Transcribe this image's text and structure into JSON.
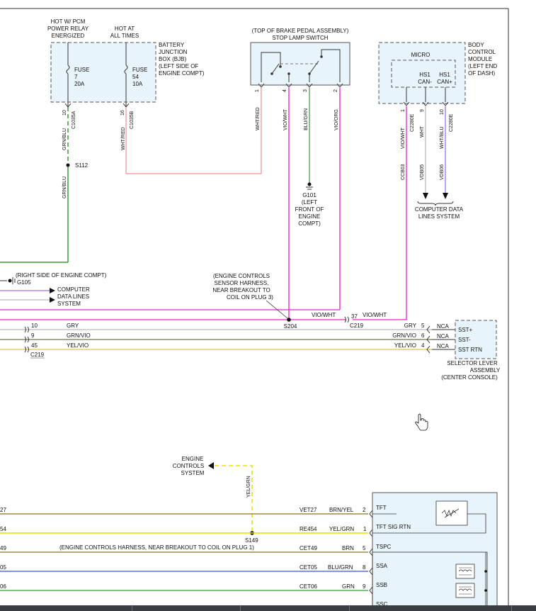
{
  "bjb": {
    "hot1": [
      "HOT W/ PCM",
      "POWER RELAY",
      "ENERGIZED"
    ],
    "hot2": [
      "HOT AT",
      "ALL TIMES"
    ],
    "title": [
      "BATTERY",
      "JUNCTION",
      "BOX (BJB)",
      "(LEFT SIDE OF",
      "ENGINE COMPT)"
    ],
    "fuse1": [
      "FUSE",
      "7",
      "20A"
    ],
    "fuse2": [
      "FUSE",
      "54",
      "10A"
    ],
    "pin1": "10",
    "conn1": "C1035A",
    "pin2": "16",
    "conn2": "C1035B"
  },
  "stop_lamp": {
    "title": [
      "(TOP OF BRAKE PEDAL ASSEMBLY)",
      "STOP LAMP SWITCH"
    ],
    "pins": [
      "1",
      "4",
      "3",
      "2"
    ],
    "wires": [
      "WHT/RED",
      "VIO/WHT",
      "BLU/GRN",
      "VIO/ORG"
    ]
  },
  "bcm": {
    "micro": "MICRO",
    "can_minus": [
      "HS1",
      "CAN-"
    ],
    "can_plus": [
      "HS1",
      "CAN+"
    ],
    "title": [
      "BODY",
      "CONTROL",
      "MODULE",
      "(LEFT END",
      "OF DASH)"
    ],
    "pins": [
      "1",
      "9",
      "10"
    ],
    "connector": "C2280E",
    "wires": [
      "VIO/WHT",
      "WHT",
      "WHT/BLU"
    ],
    "circuits": [
      "CCB03",
      "VDB05",
      "VDB06"
    ]
  },
  "ground_g101": [
    "G101",
    "(LEFT",
    "FRONT OF",
    "ENGINE",
    "COMPT)"
  ],
  "computer_data_1": [
    "COMPUTER DATA",
    "LINES SYSTEM"
  ],
  "splice_s112": "S112",
  "wire_grn_blu": "GRN/BLU",
  "wire_wht_red": "WHT/RED",
  "ground_g105": [
    "(RIGHT SIDE OF ENGINE COMPT)",
    "G105"
  ],
  "computer_data_2": [
    "COMPUTER",
    "DATA LINES",
    "SYSTEM"
  ],
  "s204": {
    "note": [
      "(ENGINE CONTROLS",
      "SENSOR HARNESS,",
      "NEAR BREAKOUT TO",
      "COIL ON PLUG 3)"
    ],
    "label": "S204"
  },
  "c219": {
    "wire_left": "VIO/WHT",
    "pin": "37",
    "conn": "C219",
    "wire_right": "VIO/WHT",
    "rows": [
      {
        "pin": "10",
        "wire": "GRY"
      },
      {
        "pin": "9",
        "wire": "GRN/VIO"
      },
      {
        "pin": "45",
        "wire": "YEL/VIO"
      }
    ],
    "conn_label": "C219"
  },
  "selector": {
    "rows": [
      {
        "wire": "GRY",
        "pin": "5",
        "nca": "NCA"
      },
      {
        "wire": "GRN/VIO",
        "pin": "6",
        "nca": "NCA"
      },
      {
        "wire": "YEL/VIO",
        "pin": "4",
        "nca": "NCA"
      }
    ],
    "labels": [
      "SST+",
      "SST-",
      "SST RTN"
    ],
    "title": [
      "SELECTOR LEVER",
      "ASSEMBLY",
      "(CENTER CONSOLE)"
    ]
  },
  "engine_controls": {
    "title": [
      "ENGINE",
      "CONTROLS",
      "SYSTEM"
    ],
    "wire": "YEL/GRN",
    "splice": "S149"
  },
  "harness_note": "(ENGINE CONTROLS HARNESS, NEAR BREAKOUT TO COIL ON PLUG 1)",
  "trans_rows": [
    {
      "left": "27",
      "circuit": "VET27",
      "wire": "BRN/YEL",
      "pin": "2",
      "label": "TFT"
    },
    {
      "left": "54",
      "circuit": "RE454",
      "wire": "YEL/GRN",
      "pin": "1",
      "label": "TFT SIG RTN"
    },
    {
      "left": "49",
      "circuit": "CET49",
      "wire": "BRN",
      "pin": "5",
      "label": "TSPC"
    },
    {
      "left": "05",
      "circuit": "CET05",
      "wire": "BLU/GRN",
      "pin": "8",
      "label": "SSA"
    },
    {
      "left": "06",
      "circuit": "CET06",
      "wire": "GRN",
      "pin": "9",
      "label": "SSB"
    }
  ],
  "last_partial_label": "SSC",
  "colors": {
    "vio_wht": "#e620c8",
    "wht_red": "#e89090",
    "grn": "#3a9a3a",
    "yel": "#e8e000",
    "brn": "#8a7020",
    "blu": "#3050e0",
    "gry": "#bbbbbb",
    "yel_vio": "#e8c050",
    "grn_vio": "#6a7a40",
    "vio": "#a070e0"
  }
}
